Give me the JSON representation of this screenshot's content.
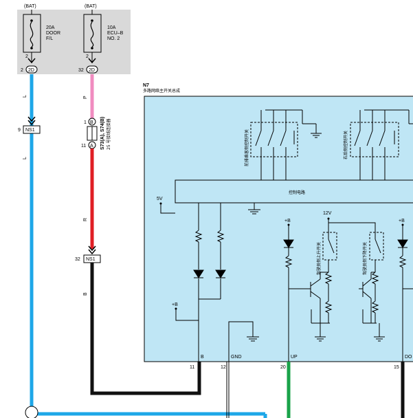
{
  "fuses": [
    {
      "supply": "(BAT)",
      "rating": "20A",
      "name1": "DOOR",
      "name2": "F/L",
      "in_pin": "2",
      "conn_pin": "2",
      "conn_id": "2D"
    },
    {
      "supply": "(BAT)",
      "rating": "10A",
      "name1": "ECU–B",
      "name2": "NO. 2",
      "in_pin": "2",
      "conn_pin": "32",
      "conn_id": "2D"
    }
  ],
  "wires": {
    "left_color_1": "L",
    "left_color_2": "L",
    "pink_color": "P",
    "red_color": "R",
    "black_color": "B"
  },
  "connectors": {
    "ns1_top": {
      "pin": "9",
      "id": "NS1"
    },
    "ns1_bottom": {
      "pin": "32",
      "id": "NS1"
    },
    "joint": {
      "pin_b": "1",
      "letter_b": "B",
      "pin_a": "11",
      "letter_a": "A",
      "label": "S73(A), S74(B)",
      "desc": "25 号接线连接器"
    }
  },
  "module": {
    "id": "N7",
    "title": "多路网络主开关总成",
    "ctrl": "控制电路",
    "sw_group1": "前排乘客侧控制开关",
    "sw_group2": "右后侧控制开关",
    "up_switch": "驾驶员侧上升开关",
    "down_switch": "驾驶员侧下降开关",
    "v5": "5V",
    "v12": "12V",
    "plus_b": "+B",
    "pins": [
      {
        "name": "B",
        "num": "11"
      },
      {
        "name": "GND",
        "num": "12"
      },
      {
        "name": "UP",
        "num": "20"
      },
      {
        "name": "DO",
        "num": "15"
      }
    ]
  },
  "colors": {
    "fuse_box": "#d9d9d9",
    "module_fill": "#bfe6f5",
    "blue_wire": "#1ea7e8",
    "pink_wire": "#f08cc0",
    "red_wire": "#e01e24",
    "green_wire": "#1aa34a"
  }
}
